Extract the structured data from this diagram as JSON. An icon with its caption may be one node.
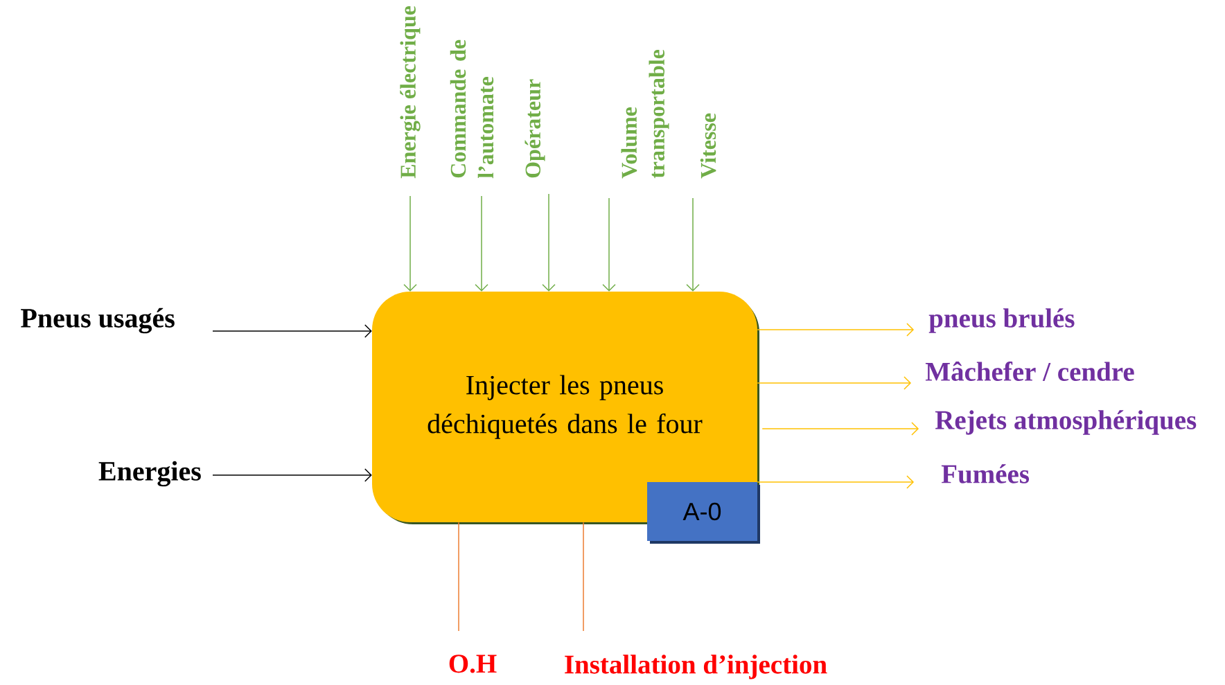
{
  "diagram": {
    "nodes": [
      {
        "text": [
          "Injecter les pneus déchiquetés dans le four"
        ]
      },
      {
        "text": [
          "A-0"
        ]
      },
      {
        "text": [
          "Pneus usagés"
        ]
      },
      {
        "text": [
          "Energies"
        ]
      },
      {
        "text": [
          "Energie électrique"
        ]
      },
      {
        "text": [
          "Commande de l’automate"
        ]
      },
      {
        "text": [
          "Opérateur"
        ]
      },
      {
        "text": [
          "Volume transportable"
        ]
      },
      {
        "text": [
          "Vitesse"
        ]
      },
      {
        "text": [
          "pneus brulés"
        ]
      },
      {
        "text": [
          "Mâchefer / cendre"
        ]
      },
      {
        "text": [
          "Rejets atmosphériques"
        ]
      },
      {
        "text": [
          "Fumées"
        ]
      },
      {
        "text": [
          "O.H"
        ]
      },
      {
        "text": [
          "Installation d’injection"
        ]
      }
    ],
    "edges": [
      {
        "from": 2,
        "to": 0,
        "arrow": "to",
        "color": "#000000"
      },
      {
        "from": 3,
        "to": 0,
        "arrow": "to",
        "color": "#000000"
      },
      {
        "from": 4,
        "to": 0,
        "arrow": "to",
        "color": "#70ad47"
      },
      {
        "from": 5,
        "to": 0,
        "arrow": "to",
        "color": "#70ad47"
      },
      {
        "from": 6,
        "to": 0,
        "arrow": "to",
        "color": "#70ad47"
      },
      {
        "from": 7,
        "to": 0,
        "arrow": "to",
        "color": "#70ad47"
      },
      {
        "from": 8,
        "to": 0,
        "arrow": "to",
        "color": "#70ad47"
      },
      {
        "from": 0,
        "to": 9,
        "arrow": "to",
        "color": "#ffc000"
      },
      {
        "from": 0,
        "to": 10,
        "arrow": "to",
        "color": "#ffc000"
      },
      {
        "from": 0,
        "to": 11,
        "arrow": "to",
        "color": "#ffc000"
      },
      {
        "from": 0,
        "to": 12,
        "arrow": "to",
        "color": "#ffc000"
      },
      {
        "from": 13,
        "to": 0,
        "arrow": "none",
        "color": "#ed7d31"
      },
      {
        "from": 14,
        "to": 0,
        "arrow": "none",
        "color": "#ed7d31"
      }
    ]
  }
}
